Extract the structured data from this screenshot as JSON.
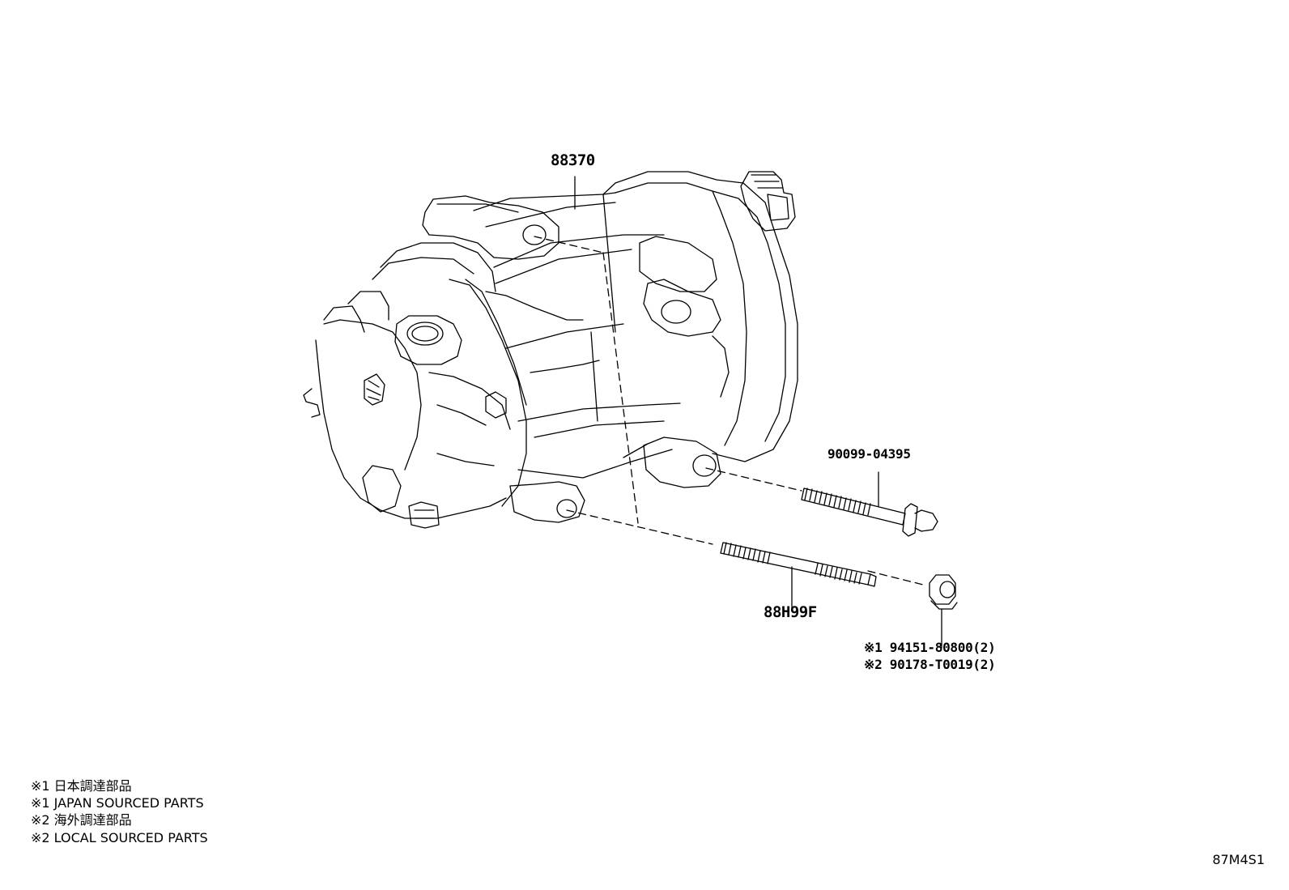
{
  "parts": {
    "compressor": "88370",
    "bolt_short": "90099-04395",
    "stud_long": "88H99F",
    "nut_line1": "※1 94151-80800(2)",
    "nut_line2": "※2 90178-T0019(2)"
  },
  "notes": [
    "※1 日本調達部品",
    "※1 JAPAN SOURCED PARTS",
    "※2 海外調達部品",
    "※2 LOCAL SOURCED PARTS"
  ],
  "figure_code": "87M4S1",
  "colors": {
    "ink": "#000000",
    "background": "#ffffff"
  }
}
